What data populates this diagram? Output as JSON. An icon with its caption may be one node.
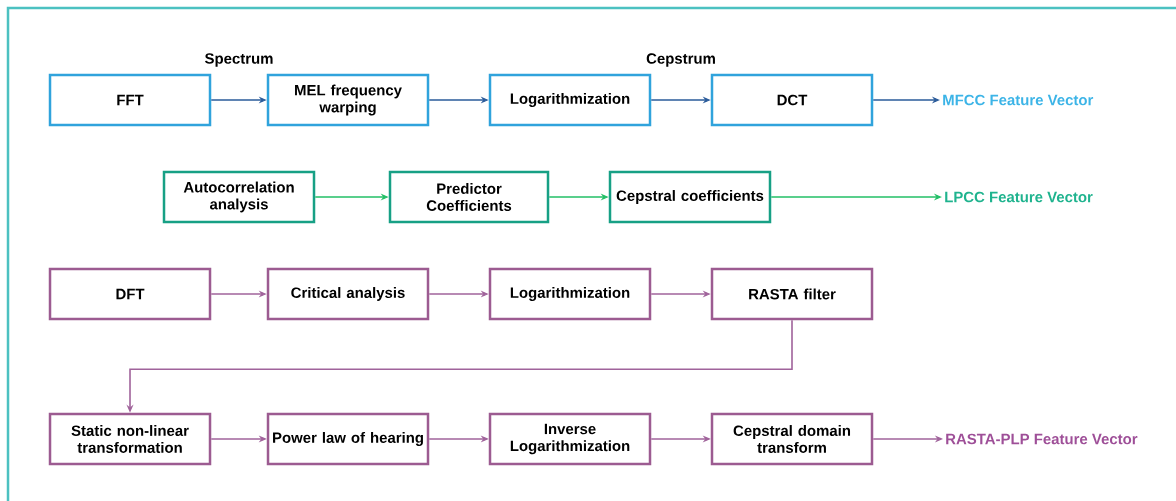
{
  "diagram": {
    "nodes": [
      {
        "text": [
          "FFT"
        ]
      },
      {
        "text": [
          "MEL frequency warping"
        ]
      },
      {
        "text": [
          "Logarithmization"
        ]
      },
      {
        "text": [
          "DCT"
        ]
      },
      {
        "text": [
          "MFCC Feature Vector"
        ]
      },
      {
        "text": [
          "Autocorrelation analysis"
        ]
      },
      {
        "text": [
          "Predictor Coefficients"
        ]
      },
      {
        "text": [
          "Cepstral coefficients"
        ]
      },
      {
        "text": [
          "LPCC Feature Vector"
        ]
      },
      {
        "text": [
          "DFT"
        ]
      },
      {
        "text": [
          "Critical analysis"
        ]
      },
      {
        "text": [
          "Logarithmization"
        ]
      },
      {
        "text": [
          "RASTA filter"
        ]
      },
      {
        "text": [
          "Static non-linear transformation"
        ]
      },
      {
        "text": [
          "Power law of hearing"
        ]
      },
      {
        "text": [
          "Inverse Logarithmization"
        ]
      },
      {
        "text": [
          "Cepstral domain transform"
        ]
      },
      {
        "text": [
          "RASTA-PLP Feature Vector"
        ]
      }
    ],
    "edges": [
      {
        "from": 0,
        "to": 1,
        "arrow": "to",
        "label": "Spectrum",
        "color": "#2a5b9a"
      },
      {
        "from": 1,
        "to": 2,
        "arrow": "to",
        "color": "#2a5b9a"
      },
      {
        "from": 2,
        "to": 3,
        "arrow": "to",
        "label": "Cepstrum",
        "color": "#2a5b9a"
      },
      {
        "from": 3,
        "to": 4,
        "arrow": "to",
        "color": "#2a5b9a"
      },
      {
        "from": 5,
        "to": 6,
        "arrow": "to",
        "color": "#22bf66"
      },
      {
        "from": 6,
        "to": 7,
        "arrow": "to",
        "color": "#22bf66"
      },
      {
        "from": 7,
        "to": 8,
        "arrow": "to",
        "color": "#22bf66"
      },
      {
        "from": 9,
        "to": 10,
        "arrow": "to"
      },
      {
        "from": 10,
        "to": 11,
        "arrow": "to"
      },
      {
        "from": 11,
        "to": 12,
        "arrow": "to"
      },
      {
        "from": 12,
        "to": 13,
        "arrow": "to"
      },
      {
        "from": 13,
        "to": 14,
        "arrow": "to"
      },
      {
        "from": 14,
        "to": 15,
        "arrow": "to"
      },
      {
        "from": 15,
        "to": 16,
        "arrow": "to"
      },
      {
        "from": 16,
        "to": 17,
        "arrow": "to"
      }
    ]
  }
}
